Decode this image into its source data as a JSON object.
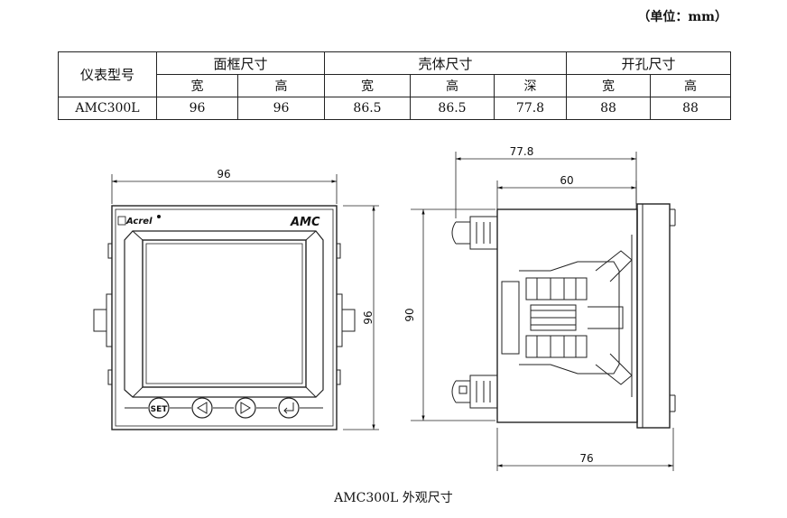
{
  "unit_label": "（单位：mm）",
  "table": {
    "model_header": "仪表型号",
    "groups": [
      "面框尺寸",
      "壳体尺寸",
      "开孔尺寸"
    ],
    "sub_headers": [
      "宽",
      "高",
      "宽",
      "高",
      "深",
      "宽",
      "高"
    ],
    "row": {
      "model": "AMC300L",
      "values": [
        "96",
        "96",
        "86.5",
        "86.5",
        "77.8",
        "88",
        "88"
      ]
    }
  },
  "front_view": {
    "width_label": "96",
    "height_label": "96",
    "brand": "Acrel",
    "model_mark": "AMC",
    "buttons": [
      "SET",
      "◁",
      "▷",
      "↵"
    ]
  },
  "side_view": {
    "total_depth_label": "77.8",
    "body_depth_label": "60",
    "height_label": "90",
    "bottom_depth_label": "76"
  },
  "caption": "AMC300L 外观尺寸"
}
